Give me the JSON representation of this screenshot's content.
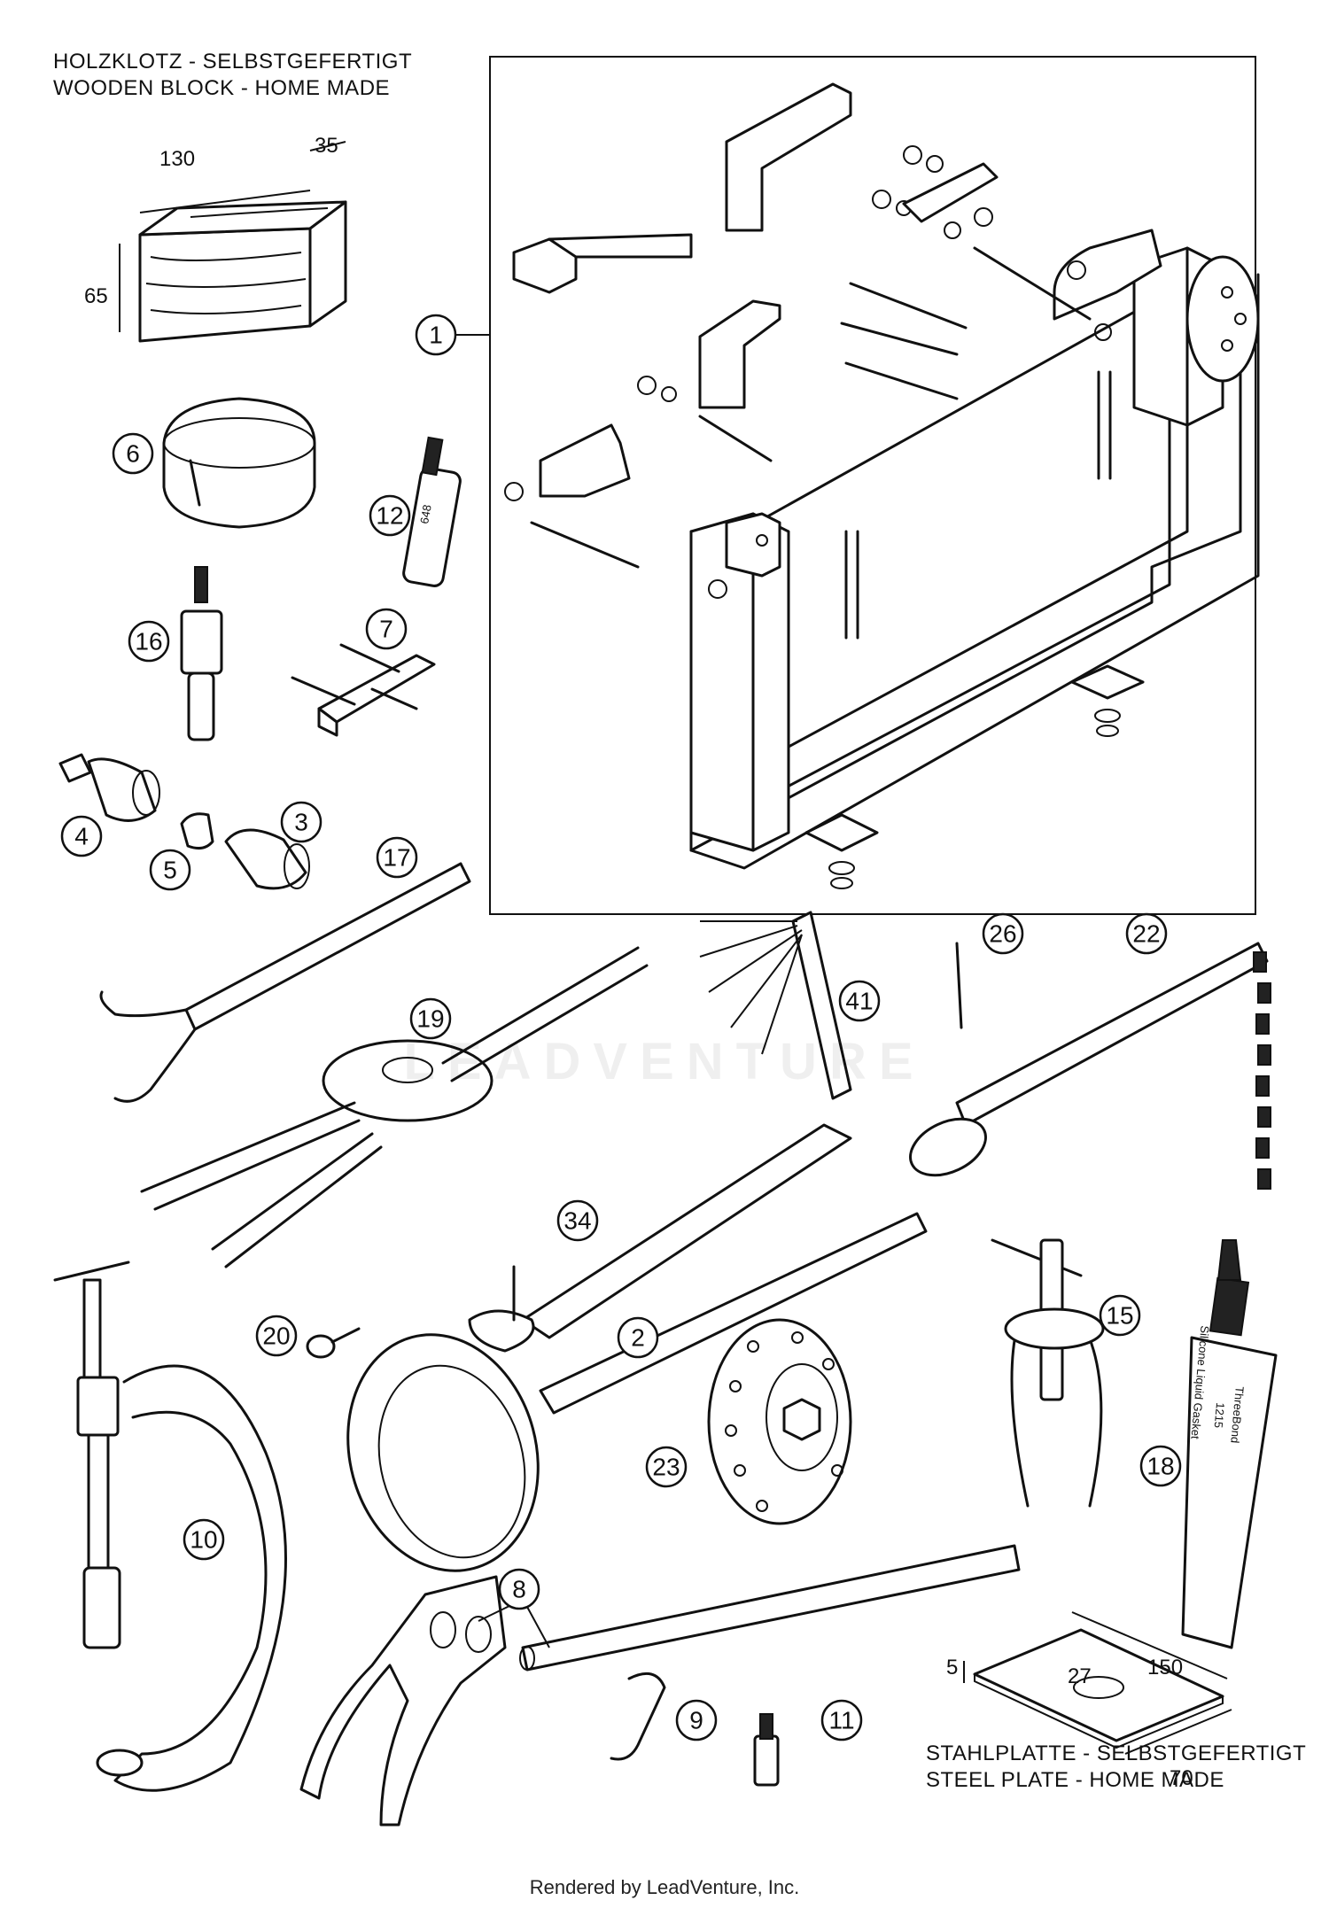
{
  "captions": {
    "wood_block": [
      "HOLZKLOTZ - SELBSTGEFERTIGT",
      "WOODEN BLOCK - HOME MADE"
    ],
    "steel_plate": [
      "STAHLPLATTE - SELBSTGEFERTIGT",
      "STEEL PLATE - HOME MADE"
    ]
  },
  "dimensions": {
    "wood_block": {
      "length": "130",
      "depth": "35",
      "height": "65"
    },
    "steel_plate": {
      "thickness": "5",
      "hole": "27",
      "length": "150",
      "width": "70"
    }
  },
  "product_labels": {
    "adhesive_12": "648",
    "sealant_18_brand": "ThreeBond",
    "sealant_18_number": "1215",
    "sealant_18_desc": "Silicone Liquid Gasket"
  },
  "callouts": [
    "1",
    "6",
    "12",
    "16",
    "7",
    "4",
    "3",
    "5",
    "17",
    "19",
    "41",
    "26",
    "22",
    "34",
    "20",
    "2",
    "15",
    "10",
    "23",
    "18",
    "8",
    "9",
    "11"
  ],
  "watermark": "LEADVENTURE",
  "footer": "Rendered by LeadVenture, Inc."
}
